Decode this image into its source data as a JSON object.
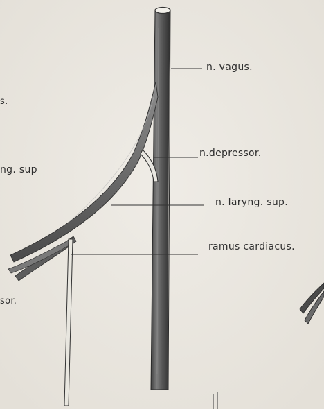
{
  "figure": {
    "labels": {
      "vagus": "n. vagus.",
      "depressor": "n.depressor.",
      "laryng_sup": "n. laryng. sup.",
      "ramus_cardiacus": "ramus cardiacus.",
      "left_partial_s": "s.",
      "left_partial_ng_sup": "ng. sup",
      "left_partial_sor": "sor."
    }
  }
}
